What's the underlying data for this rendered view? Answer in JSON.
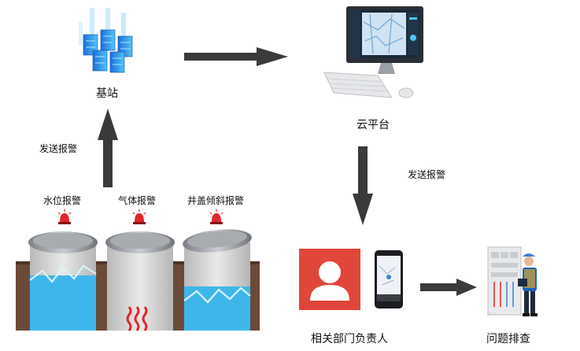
{
  "nodes": {
    "base_station": {
      "label": "基站"
    },
    "cloud_platform": {
      "label": "云平台"
    },
    "responsible_person": {
      "label": "相关部门负责人"
    },
    "troubleshoot": {
      "label": "问题排查"
    }
  },
  "edges": {
    "left_up": {
      "label": "发送报警"
    },
    "right_down": {
      "label": "发送报警"
    }
  },
  "sensors": [
    {
      "label": "水位报警"
    },
    {
      "label": "气体报警"
    },
    {
      "label": "井盖倾斜报警"
    }
  ],
  "colors": {
    "arrow": "#3a3a3a",
    "water": "#3fb6ea",
    "alarm_red": "#e3262b",
    "contact_red": "#e0463a",
    "well_wall": "#cfcfcf",
    "soil": "#6b4a3a"
  }
}
